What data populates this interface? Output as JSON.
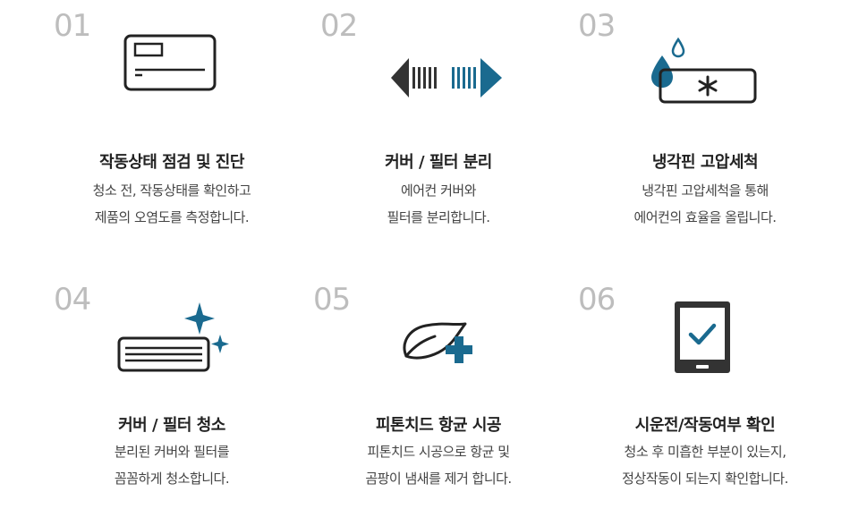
{
  "colors": {
    "accent": "#1a6a8f",
    "dark": "#2a2a2a",
    "number": "#bdbdbd"
  },
  "steps": [
    {
      "number": "01",
      "icon": "air-conditioner-icon",
      "title": "작동상태 점검 및 진단",
      "desc": [
        "청소 전, 작동상태를 확인하고",
        "제품의 오염도를 측정합니다."
      ]
    },
    {
      "number": "02",
      "icon": "separate-filter-arrows-icon",
      "title": "커버 / 필터 분리",
      "desc": [
        "에어컨 커버와",
        "필터를 분리합니다."
      ]
    },
    {
      "number": "03",
      "icon": "cooling-fin-wash-icon",
      "title": "냉각핀 고압세척",
      "desc": [
        "냉각핀 고압세척을 통해",
        "에어컨의 효율을 올립니다."
      ]
    },
    {
      "number": "04",
      "icon": "sparkling-filter-icon",
      "title": "커버 / 필터 청소",
      "desc": [
        "분리된 커버와 필터를",
        "꼼꼼하게 청소합니다."
      ]
    },
    {
      "number": "05",
      "icon": "leaf-plus-icon",
      "title": "피톤치드 항균 시공",
      "desc": [
        "피톤치드 시공으로 항균 및",
        "곰팡이 냄새를 제거 합니다."
      ]
    },
    {
      "number": "06",
      "icon": "tablet-check-icon",
      "title": "시운전/작동여부 확인",
      "desc": [
        "청소 후 미흡한 부분이 있는지,",
        "정상작동이 되는지 확인합니다."
      ]
    }
  ]
}
